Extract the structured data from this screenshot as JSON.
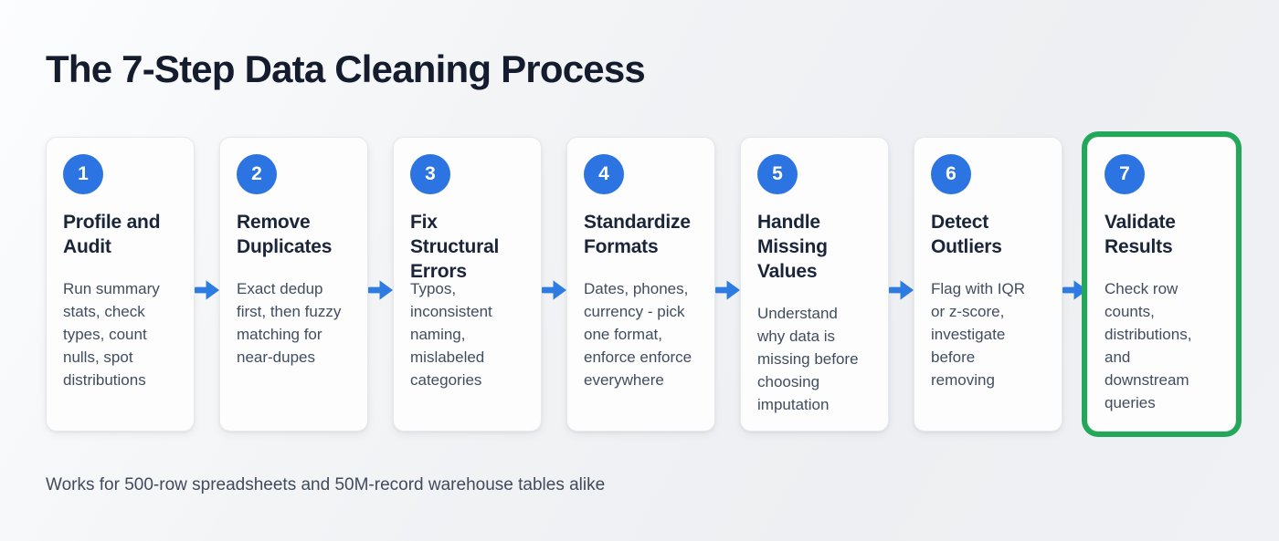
{
  "page": {
    "title": "The 7-Step Data Cleaning Process",
    "footer": "Works for 500-row spreadsheets and 50M-record warehouse tables alike"
  },
  "colors": {
    "accent_blue": "#2b74e2",
    "arrow_blue": "#2e7ce2",
    "highlight_green": "#23a75b",
    "title_navy": "#141c2e",
    "card_title_navy": "#1b2539",
    "body_slate": "#414d5f",
    "card_background": "#fdfdfe"
  },
  "steps": [
    {
      "number": "1",
      "title": "Profile and Audit",
      "description": "Run summary stats, check types, count nulls, spot distributions",
      "highlighted": false,
      "text_overlap_quirk": false
    },
    {
      "number": "2",
      "title": "Remove Duplicates",
      "description": "Exact dedup first, then fuzzy matching for near-dupes",
      "highlighted": false,
      "text_overlap_quirk": false
    },
    {
      "number": "3",
      "title": "Fix Structural Errors",
      "description": "Typos, inconsistent naming, mislabeled categories",
      "highlighted": false,
      "text_overlap_quirk": true
    },
    {
      "number": "4",
      "title": "Standardize Formats",
      "description": "Dates, phones, currency - pick one format, enforce enforce everywhere",
      "highlighted": false,
      "text_overlap_quirk": false
    },
    {
      "number": "5",
      "title": "Handle Missing Values",
      "description": "Understand why data is missing before choosing imputation",
      "highlighted": false,
      "text_overlap_quirk": false
    },
    {
      "number": "6",
      "title": "Detect Outliers",
      "description": "Flag with IQR or z-score, investigate before removing",
      "highlighted": false,
      "text_overlap_quirk": false
    },
    {
      "number": "7",
      "title": "Validate Results",
      "description": "Check row counts, distributions, and downstream queries",
      "highlighted": true,
      "text_overlap_quirk": false
    }
  ],
  "arrow_icon": "arrow-right"
}
